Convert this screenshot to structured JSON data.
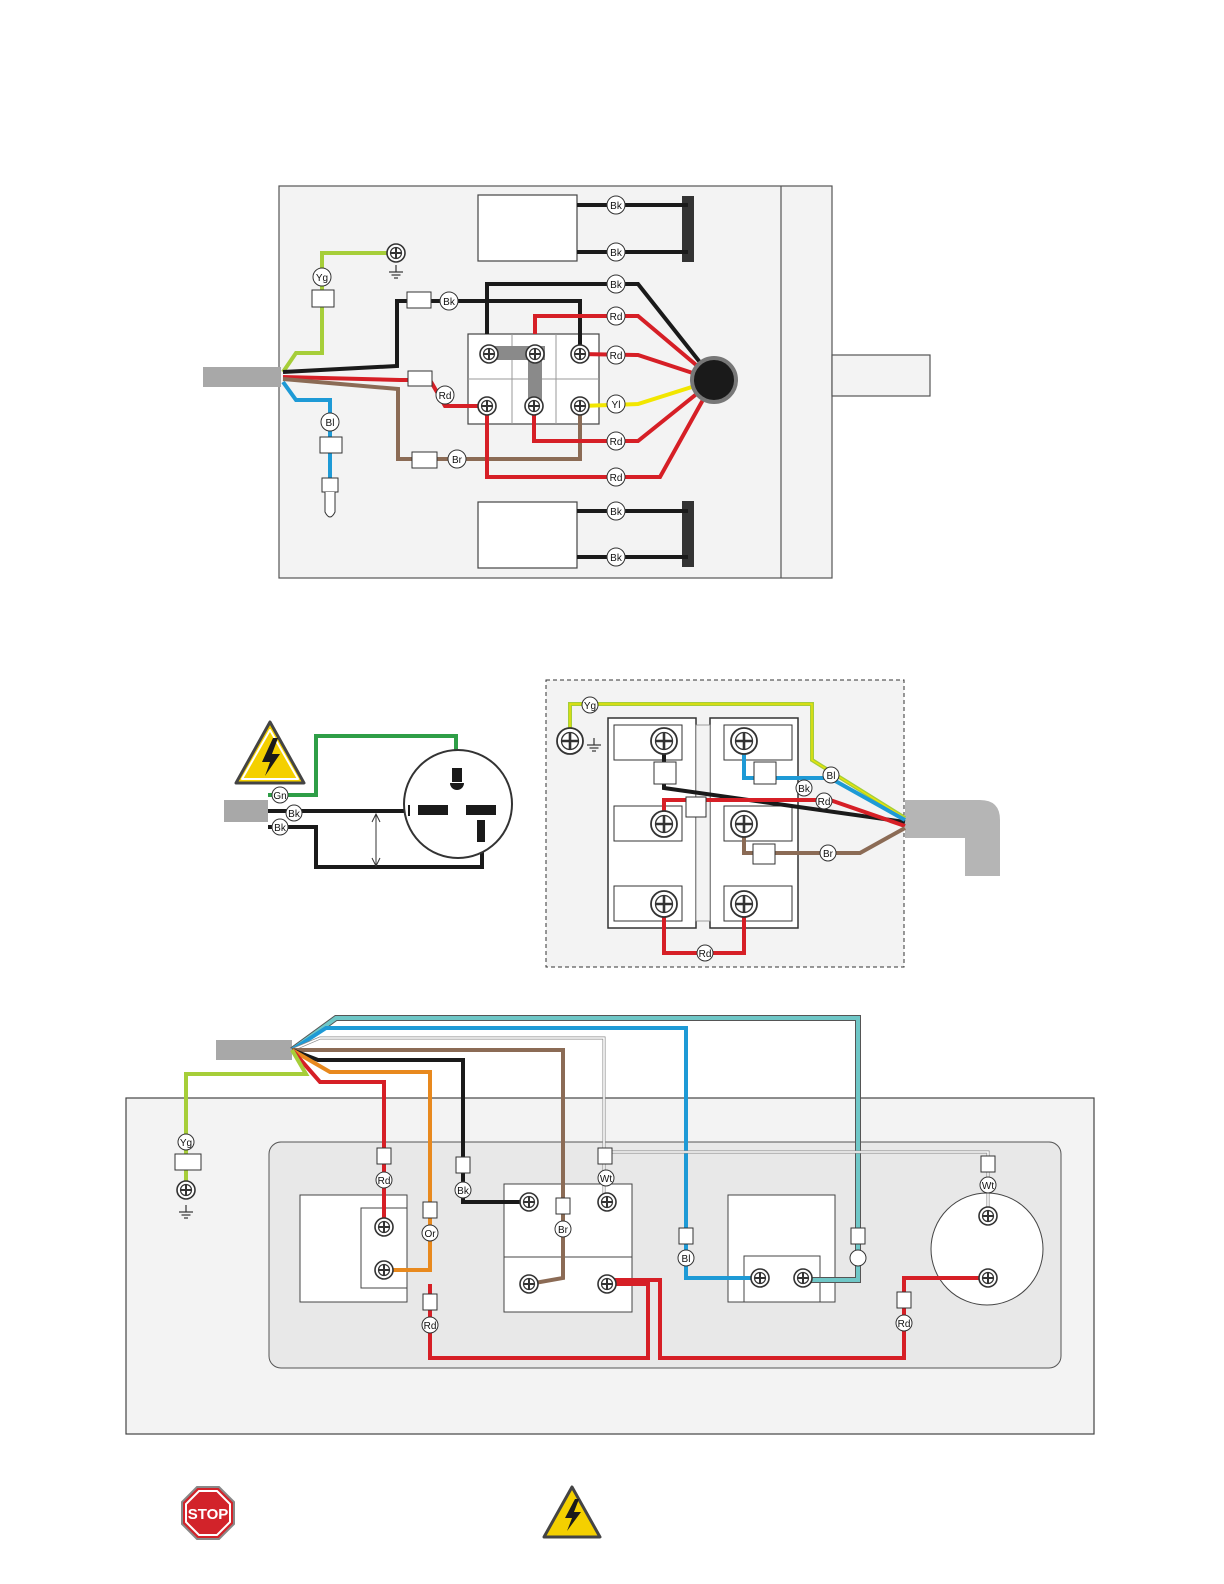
{
  "colors": {
    "black": "#1a1a1a",
    "red": "#d61f26",
    "yellow_green": "#a6ce39",
    "green": "#2e9e47",
    "blue": "#1e9ad6",
    "light_blue": "#6fc7c7",
    "brown": "#8b6b55",
    "orange": "#e8891e",
    "white_wire": "#ffffff",
    "yellow": "#f2e600",
    "gray_wire": "#9e9e9e",
    "gray_jumper": "#8a8a8a",
    "panel": "#f3f3f3",
    "inner_panel": "#e8e8e8",
    "stop_red": "#d2232a",
    "warning_yellow": "#f4d000"
  },
  "labels": {
    "bk": "Bk",
    "rd": "Rd",
    "yl": "Yl",
    "yg": "Yg",
    "bl": "Bl",
    "br": "Br",
    "gn": "Gn",
    "or": "Or",
    "wt": "Wt",
    "stop": "STOP"
  },
  "icons": {
    "ground": "ground-icon",
    "screw": "screw-terminal-icon",
    "electric_hazard": "electric-hazard-icon",
    "stop_sign": "stop-sign-icon"
  }
}
